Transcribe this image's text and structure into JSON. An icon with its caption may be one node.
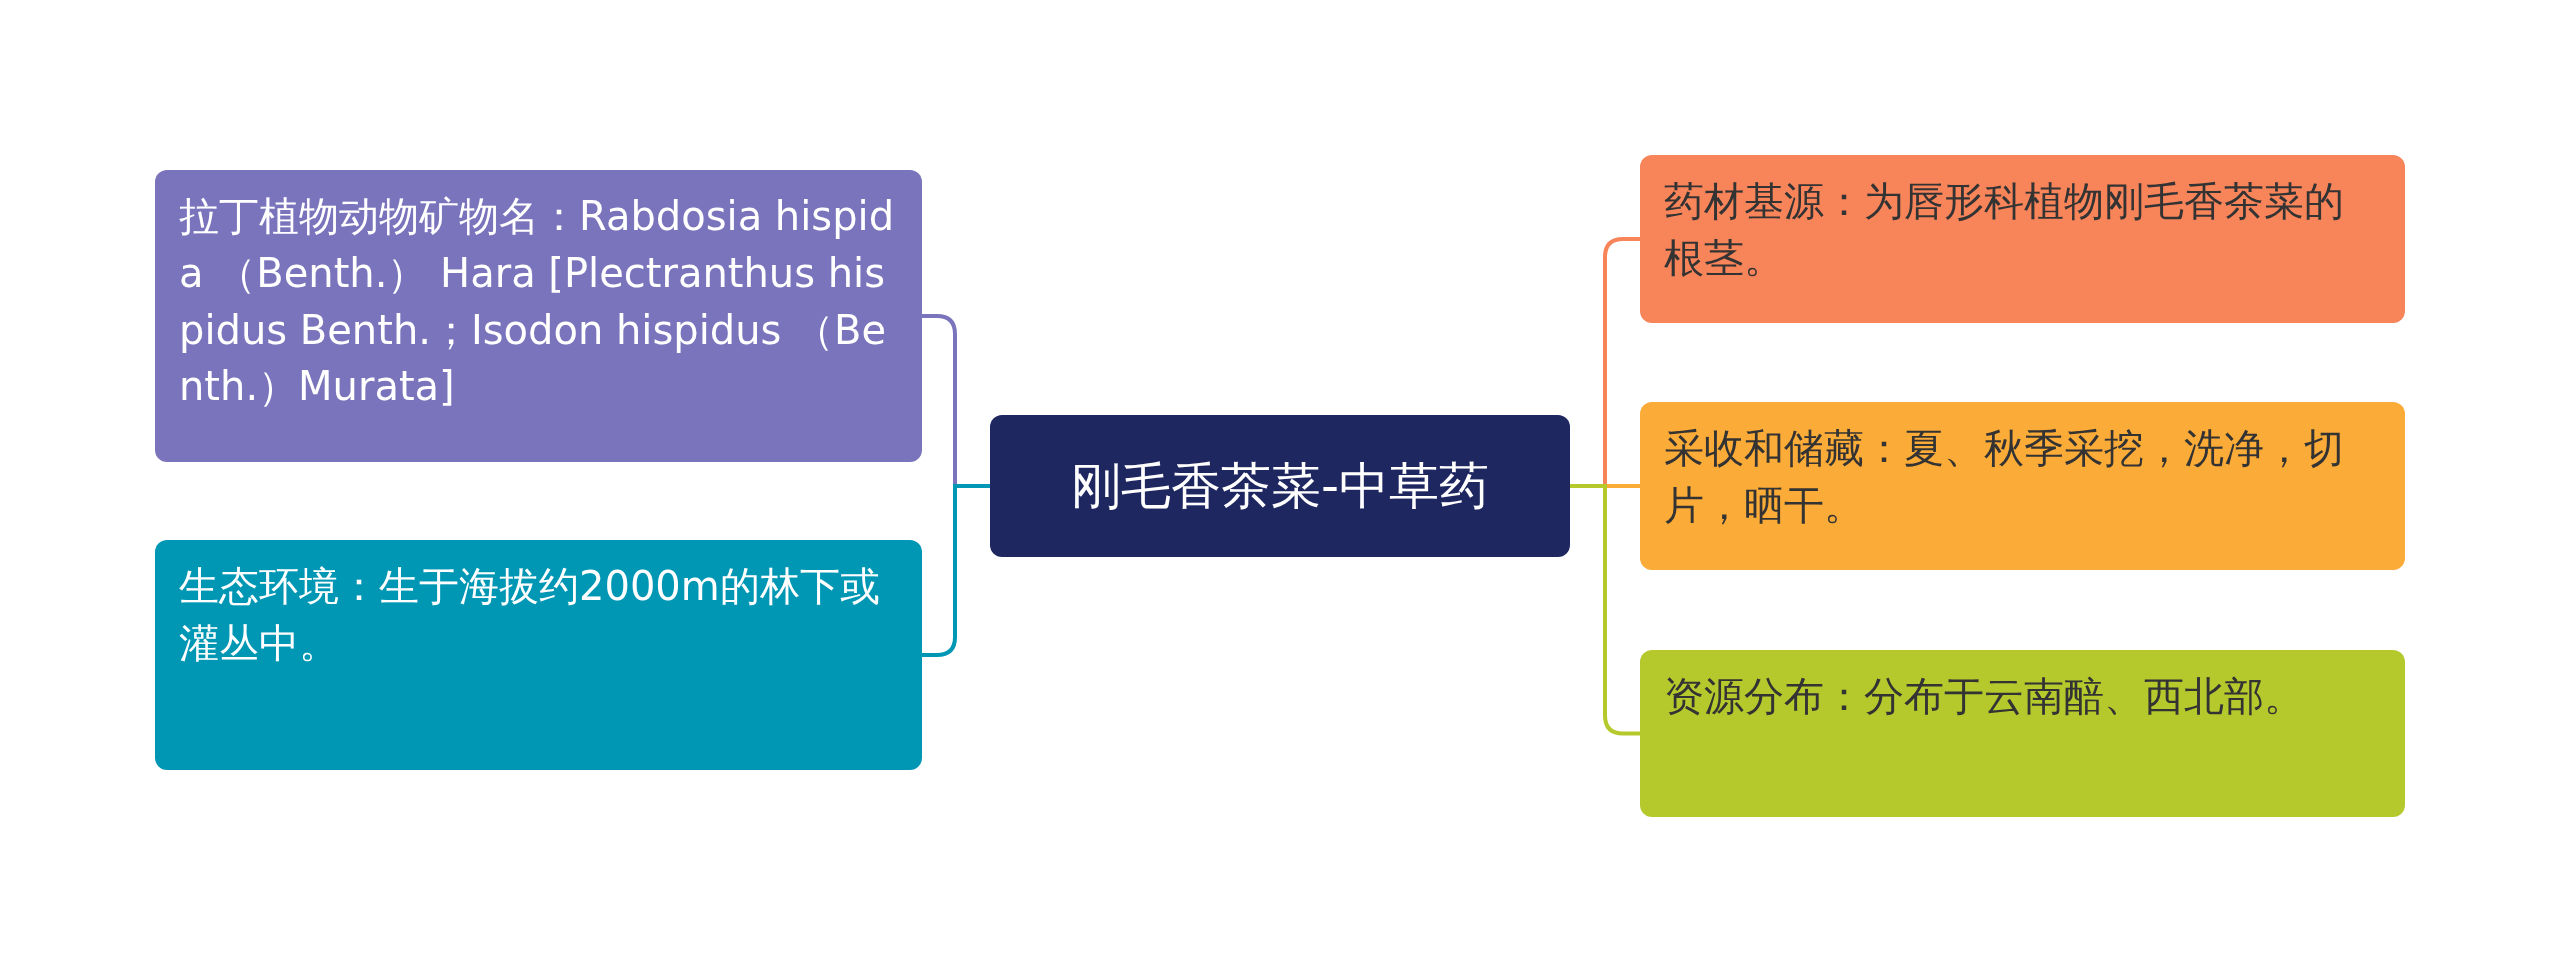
{
  "diagram": {
    "nodes": [
      {
        "text": [
          "刚毛香茶菜-中草药"
        ]
      },
      {
        "text": [
          "拉丁植物动物矿物名：Rabdosia hispida （Benth.） Hara [Plectranthus hispidus Benth.；Isodon hispidus （Benth.）Murata]"
        ]
      },
      {
        "text": [
          "生态环境：生于海拔约2000m的林下或灌丛中。"
        ]
      },
      {
        "text": [
          "药材基源：为唇形科植物刚毛香茶菜的根茎。"
        ]
      },
      {
        "text": [
          "采收和储藏：夏、秋季采挖，洗净，切片，晒干。"
        ]
      },
      {
        "text": [
          "资源分布：分布于云南醅、西北部。"
        ]
      }
    ],
    "edges": [
      {
        "from": 0,
        "to": 1,
        "arrow": "none",
        "color": "#7a74bc"
      },
      {
        "from": 0,
        "to": 2,
        "arrow": "none",
        "color": "#0097b5"
      },
      {
        "from": 0,
        "to": 3,
        "arrow": "none",
        "color": "#f8845a"
      },
      {
        "from": 0,
        "to": 4,
        "arrow": "none",
        "color": "#fbab37"
      },
      {
        "from": 0,
        "to": 5,
        "arrow": "none",
        "color": "#b5c92d"
      }
    ]
  }
}
